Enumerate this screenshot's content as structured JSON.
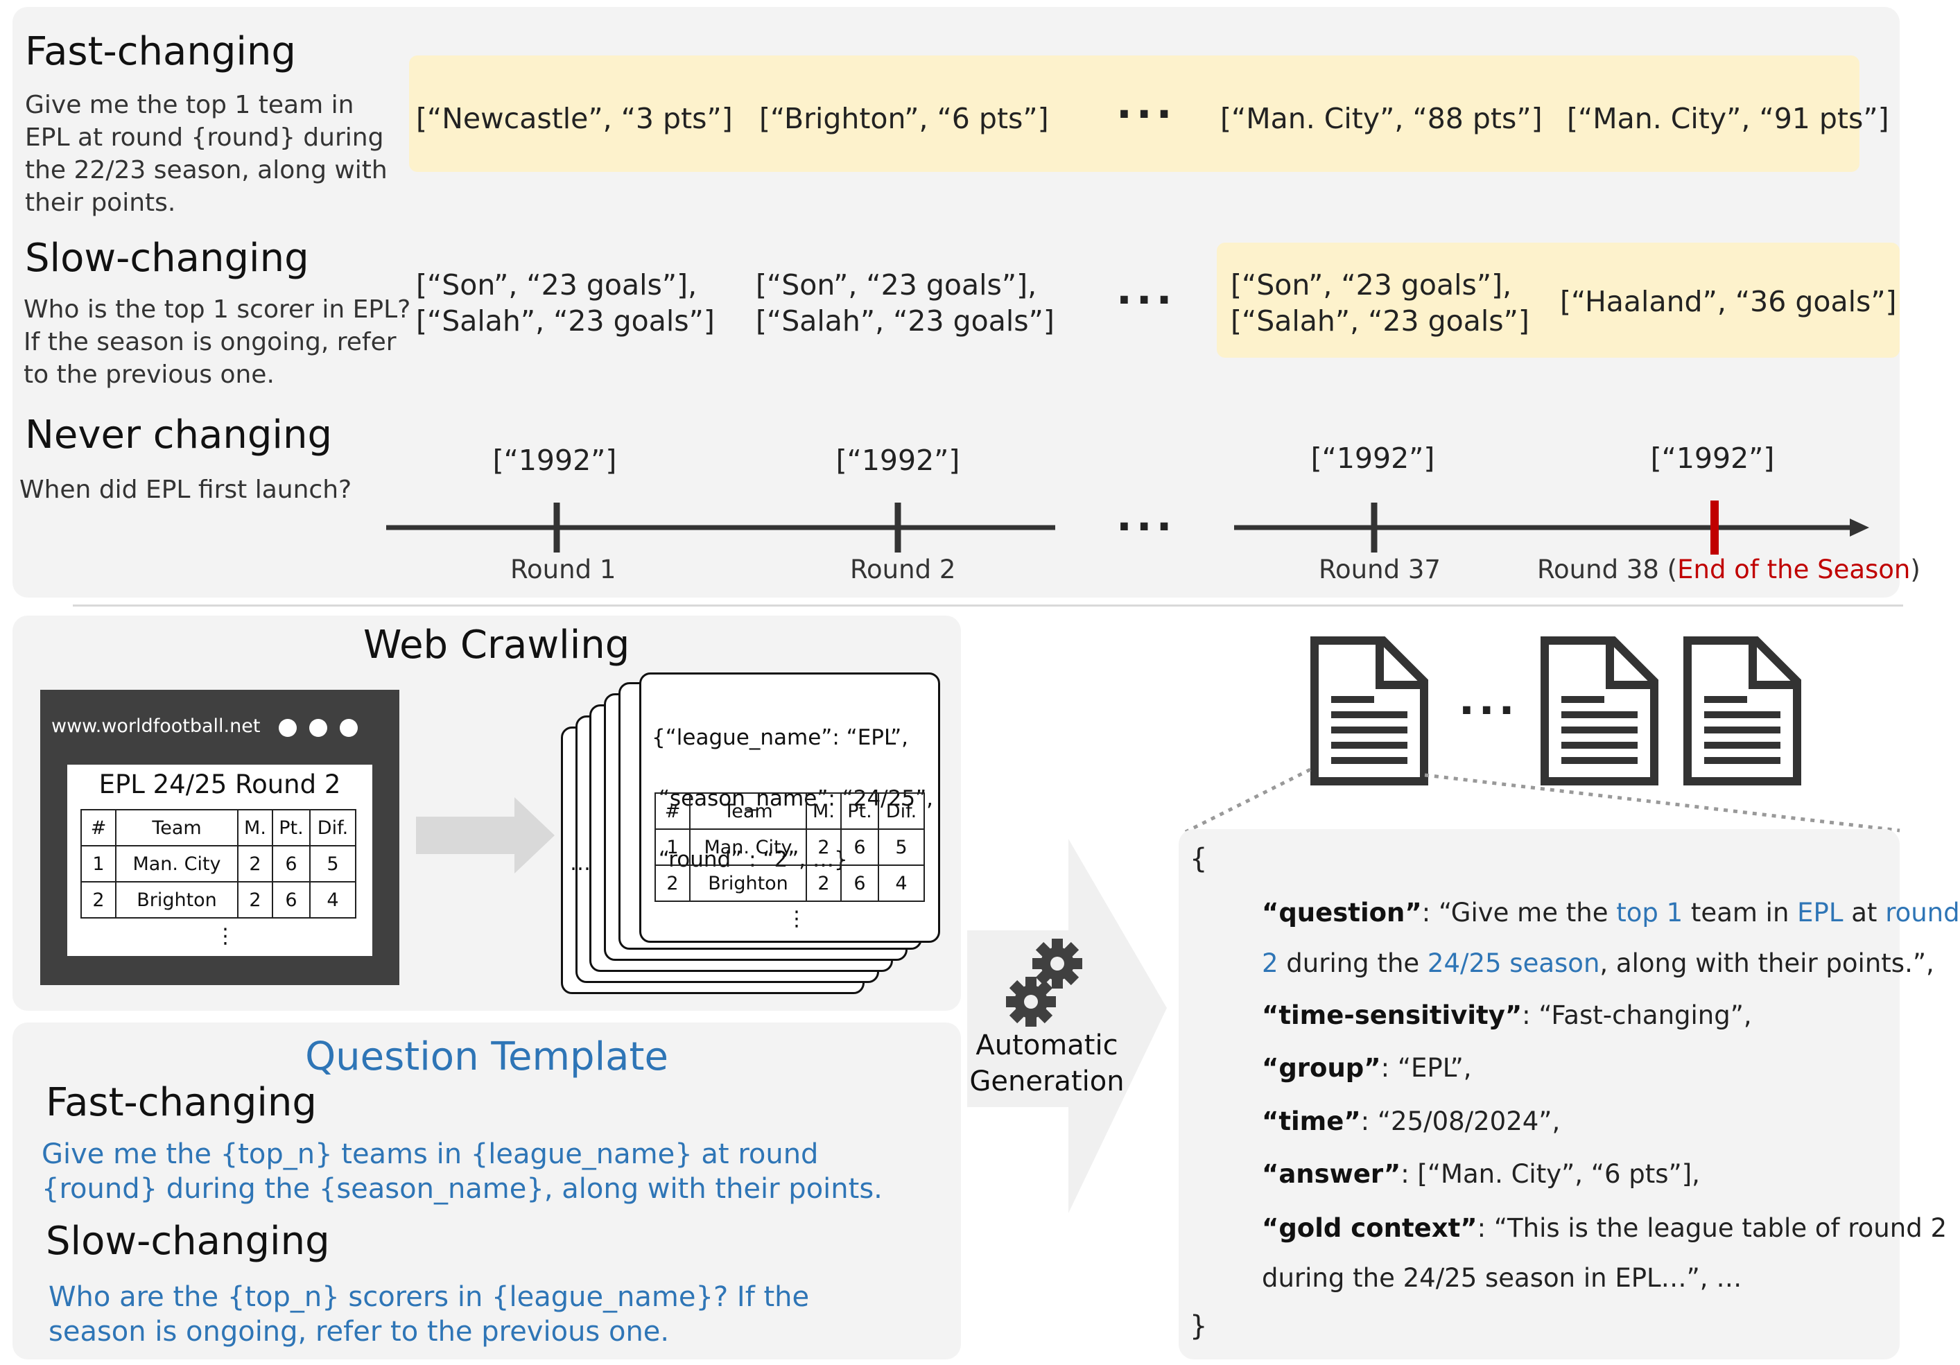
{
  "top": {
    "fast": {
      "title": "Fast-changing",
      "question": "Give me the top 1 team in EPL at round {round} during the 22/23 season, along with their points.",
      "answers": [
        "[“Newcastle”,  “3 pts”]",
        "[“Brighton”, “6 pts”]",
        "[“Man. City”, “88 pts”]",
        "[“Man. City”, “91 pts”]"
      ]
    },
    "slow": {
      "title": "Slow-changing",
      "question": "Who is the top 1 scorer in EPL? If the season is ongoing, refer to the previous one.",
      "answers": [
        {
          "l1": "[“Son”, “23 goals”],",
          "l2": "[“Salah”, “23 goals”]"
        },
        {
          "l1": "[“Son”, “23 goals”],",
          "l2": "[“Salah”, “23 goals”]"
        },
        {
          "l1": "[“Son”, “23 goals”],",
          "l2": "[“Salah”, “23 goals”]"
        },
        {
          "l1": "[“Haaland”, “36 goals”]",
          "l2": ""
        }
      ]
    },
    "never": {
      "title": "Never changing",
      "question": "When did EPL first launch?",
      "answers": [
        "[“1992”]",
        "[“1992”]",
        "[“1992”]",
        "[“1992”]"
      ]
    },
    "ellipsis": "···",
    "rounds": [
      "Round 1",
      "Round 2",
      "Round 37",
      "Round 38 ("
    ],
    "end_season": "End of the Season",
    "end_paren": ")"
  },
  "crawl": {
    "title": "Web Crawling",
    "url": "www.worldfootball.net",
    "page_title": "EPL 24/25 Round 2",
    "table_header": [
      "#",
      "Team",
      "M.",
      "Pt.",
      "Dif."
    ],
    "rows": [
      [
        "1",
        "Man. City",
        "2",
        "6",
        "5"
      ],
      [
        "2",
        "Brighton",
        "2",
        "6",
        "4"
      ]
    ],
    "vdots": "⋮",
    "json_lines": [
      "{“league_name”: “EPL”,",
      " “season_name”: “24/25”,",
      " “round” : “2”, …}"
    ],
    "stack_ellipsis": "…"
  },
  "template": {
    "title": "Question Template",
    "fast_title": "Fast-changing",
    "fast_text": "Give me the {top_n} teams in {league_name} at round {round} during the {season_name}, along with their points.",
    "slow_title": "Slow-changing",
    "slow_text": "Who are the {top_n} scorers in {league_name}? If the season is ongoing, refer to the previous one."
  },
  "gen": {
    "label1": "Automatic",
    "label2": "Generation"
  },
  "docs": {
    "ellipsis": "···"
  },
  "output": {
    "open": "{",
    "close": "}",
    "question_key": "“question”",
    "q_parts": [
      ": “Give me the ",
      "top 1",
      " team in ",
      "EPL",
      " at ",
      "round"
    ],
    "q_parts2": [
      "2",
      " during the ",
      "24/25 season",
      ", along with their points.”,"
    ],
    "ts_key": "“time-sensitivity”",
    "ts_val": ": “Fast-changing”,",
    "group_key": "“group”",
    "group_val": ": “EPL”,",
    "time_key": "“time”",
    "time_val": ": “25/08/2024”,",
    "answer_key": "“answer”",
    "answer_val": ": [“Man. City”, “6 pts”],",
    "gold_key": "“gold context”",
    "gold_val": ": “This is the league table of round 2",
    "gold_val2": "during the 24/25 season in EPL…”, …"
  },
  "colors": {
    "accent_blue": "#2e75b6",
    "highlight": "#fdf2cc",
    "end_red": "#c00000",
    "panel": "#f3f3f3",
    "browser": "#404040"
  }
}
